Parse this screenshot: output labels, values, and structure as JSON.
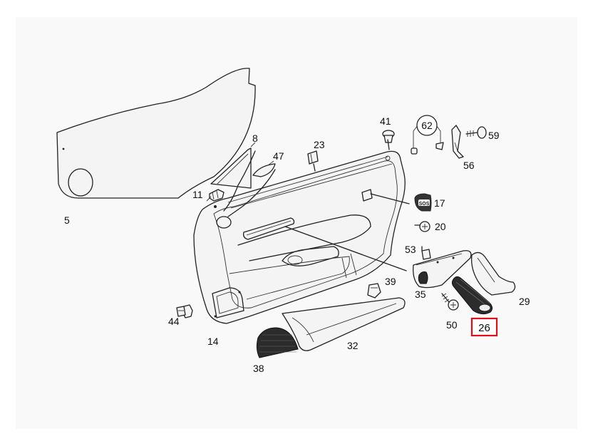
{
  "diagram": {
    "callouts": [
      "5",
      "8",
      "11",
      "14",
      "17",
      "20",
      "23",
      "26",
      "29",
      "32",
      "35",
      "38",
      "39",
      "41",
      "44",
      "47",
      "50",
      "53",
      "56",
      "59",
      "62"
    ],
    "highlighted_part": "26",
    "highlight_color": "#e0101a"
  }
}
